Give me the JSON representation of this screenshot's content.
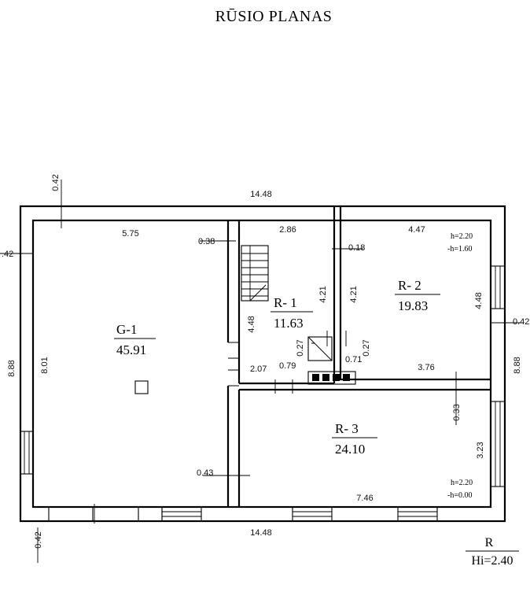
{
  "title": "RŪSIO PLANAS",
  "dimensions": {
    "top_total": "14.48",
    "bottom_total": "14.48",
    "left_total": "8.88",
    "right_total": "8.88",
    "wall_top_left": "0.42",
    "wall_left": ".42",
    "wall_right": "0.42",
    "wall_bottom_left": "0.42",
    "g1_width": "5.75",
    "g1_height": "8.01",
    "g1_wall_top": "0.38",
    "g1_wall_bottom": "0.43",
    "r1_width": "2.86",
    "r1_height": "4.48",
    "r1_wall": "0.18",
    "r1_right_height": "4.21",
    "r1_door_a": "0.27",
    "r1_door_b": "0.79",
    "r1_bottom": "2.07",
    "r2_width": "4.47",
    "r2_left_height": "4.21",
    "r2_height": "4.48",
    "r2_door_a": "0.27",
    "r2_door_b": "0.71",
    "r2_bottom": "3.76",
    "r3_wall": "0.33",
    "r3_height": "3.23",
    "r3_width": "7.46"
  },
  "rooms": [
    {
      "label": "G-1",
      "area": "45.91"
    },
    {
      "label": "R- 1",
      "area": "11.63"
    },
    {
      "label": "R- 2",
      "area": "19.83"
    },
    {
      "label": "R- 3",
      "area": "24.10"
    }
  ],
  "heights": {
    "r2_h": "h=2.20",
    "r2_minus_h": "-h=1.60",
    "r3_h": "h=2.20",
    "r3_minus_h": "-h=0.00"
  },
  "legend": {
    "top": "R",
    "bottom": "Hi=2.40"
  }
}
